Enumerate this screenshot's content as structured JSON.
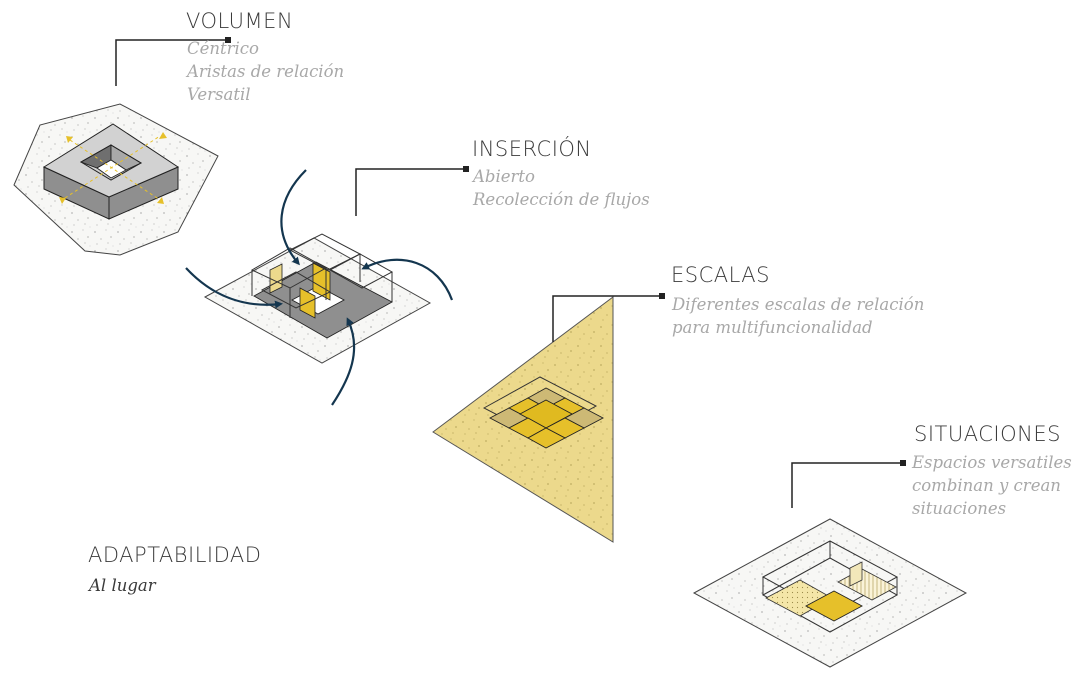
{
  "concepts": [
    {
      "title": "VOLUMEN",
      "lines": [
        "Céntrico",
        "Aristas de relación",
        "Versatil"
      ]
    },
    {
      "title": "INSERCIÓN",
      "lines": [
        "Abierto",
        "Recolección de flujos"
      ]
    },
    {
      "title": "ESCALAS",
      "lines": [
        "Diferentes escalas de relación",
        "para multifuncionalidad"
      ]
    },
    {
      "title": "SITUACIONES",
      "lines": [
        "Espacios versatiles",
        "combinan y crean",
        "situaciones"
      ]
    }
  ],
  "main": {
    "title": "ADAPTABILIDAD",
    "subtitle": "Al lugar"
  },
  "colors": {
    "accent_yellow": "#e6c02a",
    "pale_yellow": "#ecd98c",
    "arrow_navy": "#14364f",
    "grey_solid": "#8f8f8f",
    "ground": "#f7f7f5"
  }
}
